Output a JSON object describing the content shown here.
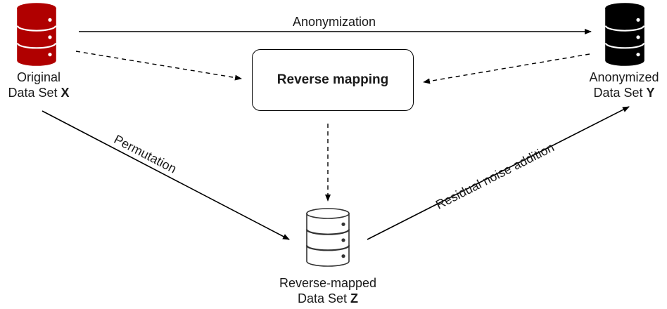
{
  "colors": {
    "original_db": "#b00000",
    "anonymized_db": "#000000",
    "reverse_db_fill": "#ffffff",
    "reverse_db_stroke": "#333333",
    "arrow": "#000000"
  },
  "nodes": {
    "original": {
      "line1": "Original",
      "line2_prefix": "Data Set ",
      "letter": "X",
      "icon": "database-icon"
    },
    "anonymized": {
      "line1": "Anonymized",
      "line2_prefix": "Data Set ",
      "letter": "Y",
      "icon": "database-icon"
    },
    "reverse_mapped": {
      "line1": "Reverse-mapped",
      "line2_prefix": "Data Set ",
      "letter": "Z",
      "icon": "database-icon"
    },
    "reverse_mapping_box": "Reverse mapping"
  },
  "edges": {
    "anonymization": "Anonymization",
    "permutation": "Permutation",
    "residual_noise": "Residual noise addition"
  }
}
